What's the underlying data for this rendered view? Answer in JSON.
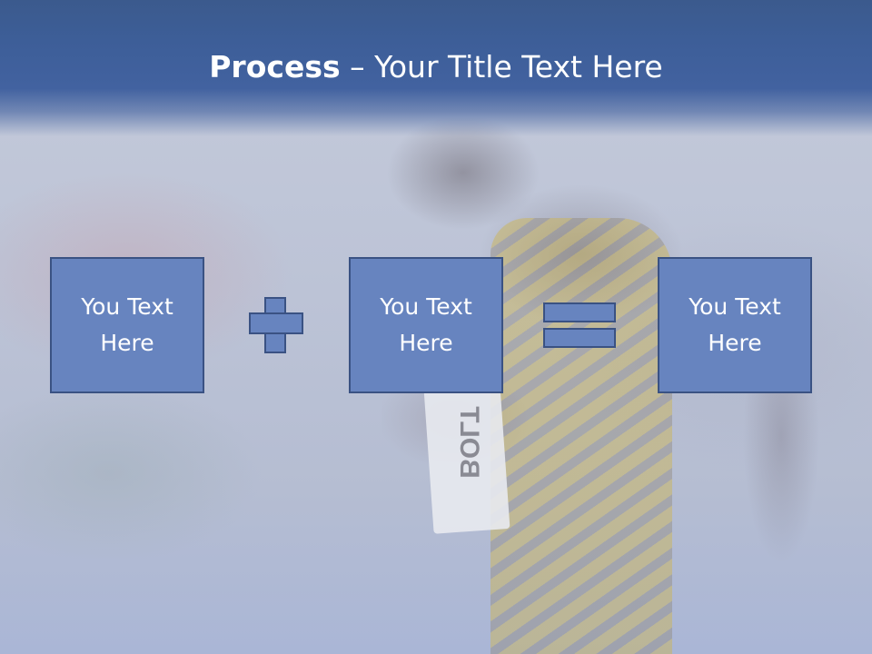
{
  "slide": {
    "title_bold": "Process",
    "title_rest": " – Your Title Text Here",
    "colors": {
      "title_band": "#3d5e98",
      "box_fill": "#6784bf",
      "box_border": "#3a5283",
      "text": "#ffffff"
    },
    "photo_bib_text": "BOLT",
    "process": {
      "box1": {
        "line1": "You Text",
        "line2": "Here"
      },
      "operator1": "plus-icon",
      "box2": {
        "line1": "You Text",
        "line2": "Here"
      },
      "operator2": "equals-icon",
      "box3": {
        "line1": "You Text",
        "line2": "Here"
      }
    }
  }
}
